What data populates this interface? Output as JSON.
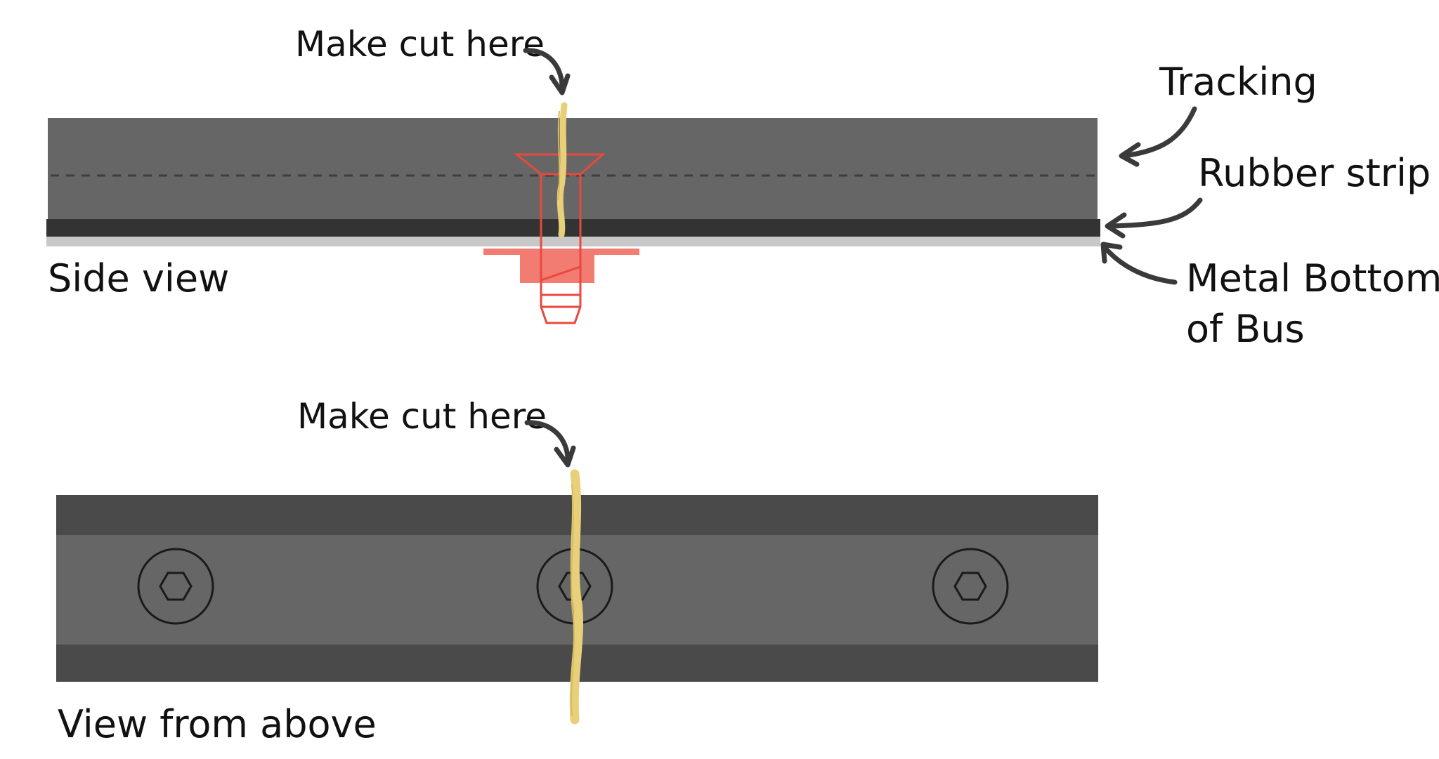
{
  "labels": {
    "cut_top": "Make cut here",
    "tracking": "Tracking",
    "rubber_strip": "Rubber strip",
    "metal_bottom_line1": "Metal Bottom",
    "metal_bottom_line2": "of Bus",
    "side_view": "Side view",
    "cut_bottom": "Make cut here",
    "view_from_above": "View from above"
  },
  "colors": {
    "track_body": "#666666",
    "track_edge": "#4a4a4a",
    "rubber": "#333333",
    "metal": "#c8c8c8",
    "screw": "#e8493e",
    "washer": "#f27b72",
    "cut_line": "#e8d07a",
    "arrow": "#3a3a3a",
    "bolt_outline": "#1a1a1a"
  },
  "bolts_from_above": [
    "left-bolt",
    "middle-bolt",
    "right-bolt"
  ]
}
